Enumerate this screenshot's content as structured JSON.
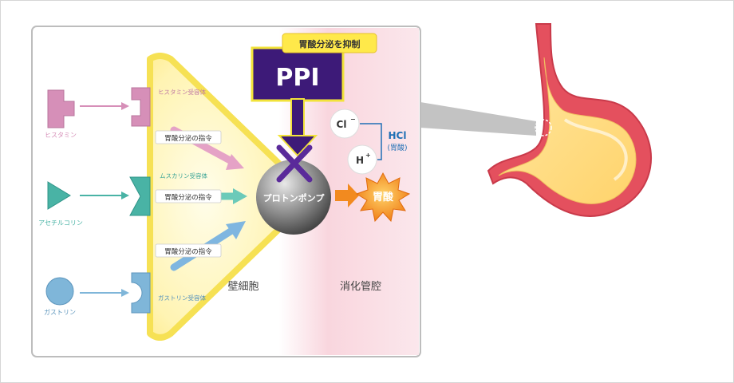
{
  "labels": {
    "inhibit": "胃酸分泌を抑制",
    "ppi": "PPI",
    "cl": "Cl",
    "cl_sup": "−",
    "h": "H",
    "h_sup": "+",
    "hcl": "HCl",
    "hcl_sub": "(胃酸)",
    "pump": "プロトンポンプ",
    "acid": "胃酸",
    "parietal_cell": "壁細胞",
    "lumen": "消化管腔",
    "histamine": "ヒスタミン",
    "histamine_receptor": "ヒスタミン受容体",
    "acetylcholine": "アセチルコリン",
    "muscarine_receptor": "ムスカリン受容体",
    "gastrin": "ガストリン",
    "gastrin_receptor": "ガストリン受容体",
    "command_1": "胃酸分泌の指令",
    "command_2": "胃酸分泌の指令",
    "command_3": "胃酸分泌の指令"
  },
  "colors": {
    "ppi_box": "#3d1a78",
    "ppi_border": "#f2e33a",
    "inhibit_box": "#ffe94a",
    "histamine": "#d68fb8",
    "acetylcholine": "#49b3a5",
    "gastrin": "#7fb6d9",
    "hcl_text": "#1f6fb5",
    "acid_burst": "#f28a1f",
    "cell_glow": "#fff3a6",
    "lumen_pink": "#f9d6de"
  }
}
